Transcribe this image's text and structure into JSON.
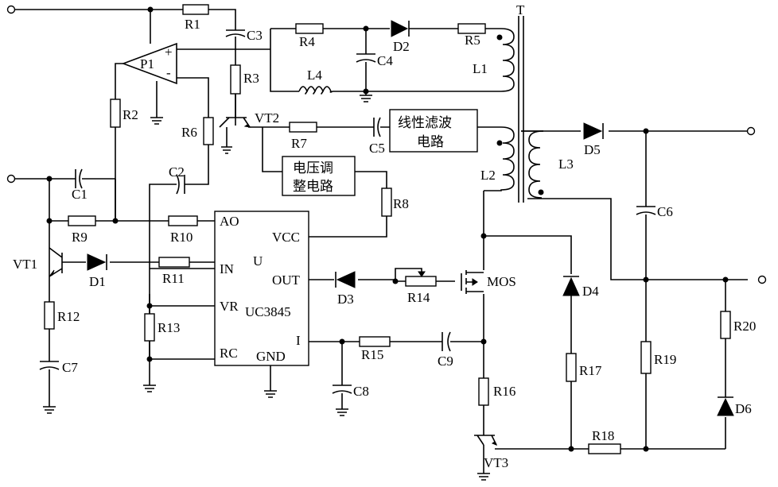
{
  "labels": {
    "R1": "R1",
    "R2": "R2",
    "R3": "R3",
    "R4": "R4",
    "R5": "R5",
    "R6": "R6",
    "R7": "R7",
    "R8": "R8",
    "R9": "R9",
    "R10": "R10",
    "R11": "R11",
    "R12": "R12",
    "R13": "R13",
    "R14": "R14",
    "R15": "R15",
    "R16": "R16",
    "R17": "R17",
    "R18": "R18",
    "R19": "R19",
    "R20": "R20",
    "C1": "C1",
    "C2": "C2",
    "C3": "C3",
    "C4": "C4",
    "C5": "C5",
    "C6": "C6",
    "C7": "C7",
    "C8": "C8",
    "C9": "C9",
    "D1": "D1",
    "D2": "D2",
    "D3": "D3",
    "D4": "D4",
    "D5": "D5",
    "D6": "D6",
    "L1": "L1",
    "L2": "L2",
    "L3": "L3",
    "L4": "L4",
    "T": "T",
    "P1": "P1",
    "VT1": "VT1",
    "VT2": "VT2",
    "VT3": "VT3",
    "MOS": "MOS",
    "U": "U",
    "chip": "UC3845"
  },
  "pins": {
    "AO": "AO",
    "VCC": "VCC",
    "IN": "IN",
    "OUT": "OUT",
    "VR": "VR",
    "RC": "RC",
    "I": "I",
    "GND": "GND"
  },
  "op_amp": {
    "plus": "+",
    "minus": "-"
  },
  "blocks": {
    "regulator": [
      "电压调",
      "整电路"
    ],
    "filter": [
      "线性滤波",
      "电路"
    ]
  }
}
